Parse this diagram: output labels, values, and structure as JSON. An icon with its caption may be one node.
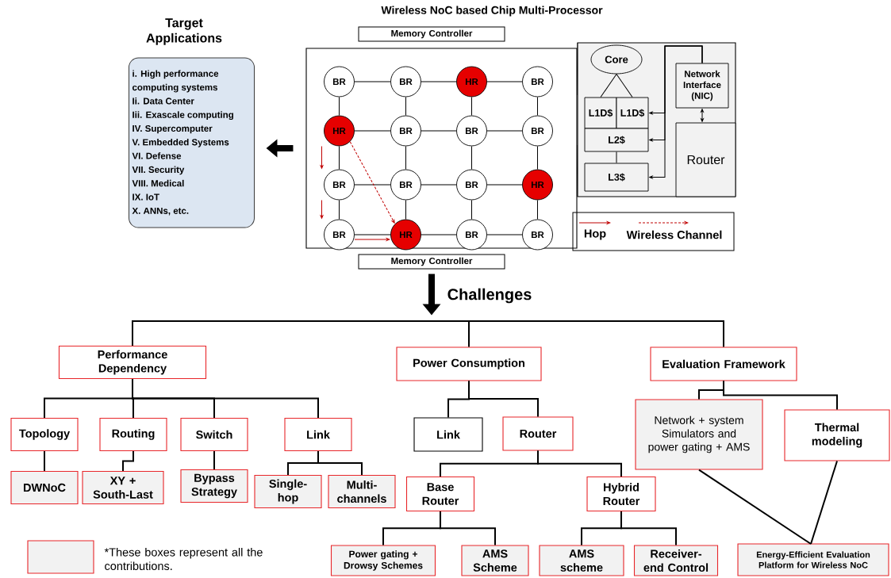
{
  "diagram": {
    "title": "Wireless NoC based Chip Multi-Processor",
    "nodes": [
      {
        "text": [
          "Target Applications",
          "i. High performance computing systems",
          "Ii. Data Center",
          "Iii. Exascale computing",
          "IV. Supercomputer",
          "V. Embedded Systems",
          "VI. Defense",
          "VII. Security",
          "VIII. Medical",
          "IX. IoT",
          "X. ANNs, etc."
        ]
      },
      {
        "text": [
          "Memory Controller"
        ]
      },
      {
        "text": [],
        "shape": "box"
      },
      {
        "text": [
          "BR"
        ],
        "in": 2
      },
      {
        "text": [
          "BR"
        ],
        "in": 2
      },
      {
        "text": [
          "HR"
        ],
        "in": 2
      },
      {
        "text": [
          "BR"
        ],
        "in": 2
      },
      {
        "text": [
          "HR"
        ],
        "in": 2
      },
      {
        "text": [
          "BR"
        ],
        "in": 2
      },
      {
        "text": [
          "BR"
        ],
        "in": 2
      },
      {
        "text": [
          "BR"
        ],
        "in": 2
      },
      {
        "text": [
          "BR"
        ],
        "in": 2
      },
      {
        "text": [
          "BR"
        ],
        "in": 2
      },
      {
        "text": [
          "BR"
        ],
        "in": 2
      },
      {
        "text": [
          "HR"
        ],
        "in": 2
      },
      {
        "text": [
          "BR"
        ],
        "in": 2
      },
      {
        "text": [
          "HR"
        ],
        "in": 2
      },
      {
        "text": [
          "BR"
        ],
        "in": 2
      },
      {
        "text": [
          "BR"
        ],
        "in": 2
      },
      {
        "text": [
          "Memory Controller"
        ]
      },
      {
        "text": [],
        "shape": "box"
      },
      {
        "text": [
          "Core"
        ],
        "in": 20
      },
      {
        "text": [
          "L1D$"
        ],
        "in": 20
      },
      {
        "text": [
          "L1D$"
        ],
        "in": 20
      },
      {
        "text": [
          "L2$"
        ],
        "in": 20
      },
      {
        "text": [
          "L3$"
        ],
        "in": 20
      },
      {
        "text": [
          "Network Interface (NIC)"
        ],
        "in": 20
      },
      {
        "text": [
          "Router"
        ],
        "in": 20
      },
      {
        "text": [
          "Performance Dependency"
        ]
      },
      {
        "text": [
          "Power Consumption"
        ]
      },
      {
        "text": [
          "Evaluation Framework"
        ]
      },
      {
        "text": [
          "Topology"
        ]
      },
      {
        "text": [
          "Routing"
        ]
      },
      {
        "text": [
          "Switch"
        ]
      },
      {
        "text": [
          "Link"
        ]
      },
      {
        "text": [
          "DWNoC"
        ]
      },
      {
        "text": [
          "XY + South-Last"
        ]
      },
      {
        "text": [
          "Bypass Strategy"
        ]
      },
      {
        "text": [
          "Single-hop"
        ]
      },
      {
        "text": [
          "Multi-channels"
        ]
      },
      {
        "text": [
          "Link"
        ]
      },
      {
        "text": [
          "Router"
        ]
      },
      {
        "text": [
          "Base Router"
        ]
      },
      {
        "text": [
          "Hybrid Router"
        ]
      },
      {
        "text": [
          "Power gating + Drowsy Schemes"
        ]
      },
      {
        "text": [
          "AMS Scheme"
        ]
      },
      {
        "text": [
          "AMS scheme"
        ]
      },
      {
        "text": [
          "Receiver-end Control"
        ]
      },
      {
        "text": [
          "Network + system Simulators and power gating + AMS"
        ]
      },
      {
        "text": [
          "Thermal modeling"
        ]
      },
      {
        "text": [
          "Energy-Efficient Evaluation Platform for Wireless NoC"
        ]
      }
    ],
    "edges": [
      {
        "from": 2,
        "to": 0,
        "arrow": "to",
        "style": "thick"
      },
      {
        "from": 3,
        "to": 4,
        "arrow": "none"
      },
      {
        "from": 4,
        "to": 5,
        "arrow": "none"
      },
      {
        "from": 5,
        "to": 6,
        "arrow": "none"
      },
      {
        "from": 7,
        "to": 8,
        "arrow": "none"
      },
      {
        "from": 8,
        "to": 9,
        "arrow": "none"
      },
      {
        "from": 9,
        "to": 10,
        "arrow": "none"
      },
      {
        "from": 11,
        "to": 12,
        "arrow": "none"
      },
      {
        "from": 12,
        "to": 13,
        "arrow": "none"
      },
      {
        "from": 13,
        "to": 14,
        "arrow": "none"
      },
      {
        "from": 15,
        "to": 16,
        "arrow": "none"
      },
      {
        "from": 16,
        "to": 17,
        "arrow": "none"
      },
      {
        "from": 17,
        "to": 18,
        "arrow": "none"
      },
      {
        "from": 3,
        "to": 7,
        "arrow": "none"
      },
      {
        "from": 4,
        "to": 8,
        "arrow": "none"
      },
      {
        "from": 5,
        "to": 9,
        "arrow": "none"
      },
      {
        "from": 6,
        "to": 10,
        "arrow": "none"
      },
      {
        "from": 7,
        "to": 11,
        "arrow": "none"
      },
      {
        "from": 8,
        "to": 12,
        "arrow": "none"
      },
      {
        "from": 9,
        "to": 13,
        "arrow": "none"
      },
      {
        "from": 10,
        "to": 14,
        "arrow": "none"
      },
      {
        "from": 11,
        "to": 15,
        "arrow": "none"
      },
      {
        "from": 12,
        "to": 16,
        "arrow": "none"
      },
      {
        "from": 13,
        "to": 17,
        "arrow": "none"
      },
      {
        "from": 14,
        "to": 18,
        "arrow": "none"
      },
      {
        "from": 7,
        "to": 11,
        "arrow": "to",
        "color": "#c00000"
      },
      {
        "from": 11,
        "to": 15,
        "arrow": "to",
        "color": "#c00000"
      },
      {
        "from": 15,
        "to": 16,
        "arrow": "to",
        "color": "#c00000"
      },
      {
        "from": 7,
        "to": 16,
        "arrow": "to",
        "style": "dashed",
        "color": "#c00000"
      },
      {
        "from": 21,
        "to": 22,
        "arrow": "none"
      },
      {
        "from": 21,
        "to": 23,
        "arrow": "none"
      },
      {
        "from": 24,
        "to": 25,
        "arrow": "none"
      },
      {
        "from": 26,
        "to": 23,
        "arrow": "to"
      },
      {
        "from": 26,
        "to": 24,
        "arrow": "to"
      },
      {
        "from": 26,
        "to": 25,
        "arrow": "to"
      },
      {
        "from": 26,
        "to": 27,
        "arrow": "both"
      },
      {
        "from": 19,
        "to": null,
        "arrow": "to",
        "style": "thick",
        "label": "Challenges"
      },
      {
        "from": null,
        "to": 28,
        "arrow": "none"
      },
      {
        "from": null,
        "to": 29,
        "arrow": "none"
      },
      {
        "from": null,
        "to": 30,
        "arrow": "none"
      },
      {
        "from": 28,
        "to": 31,
        "arrow": "none"
      },
      {
        "from": 28,
        "to": 32,
        "arrow": "none"
      },
      {
        "from": 28,
        "to": 33,
        "arrow": "none"
      },
      {
        "from": 28,
        "to": 34,
        "arrow": "none"
      },
      {
        "from": 31,
        "to": 35,
        "arrow": "none"
      },
      {
        "from": 32,
        "to": 36,
        "arrow": "none"
      },
      {
        "from": 33,
        "to": 37,
        "arrow": "none"
      },
      {
        "from": 34,
        "to": 38,
        "arrow": "none"
      },
      {
        "from": 34,
        "to": 39,
        "arrow": "none"
      },
      {
        "from": 29,
        "to": 40,
        "arrow": "none"
      },
      {
        "from": 29,
        "to": 41,
        "arrow": "none"
      },
      {
        "from": 41,
        "to": 42,
        "arrow": "none"
      },
      {
        "from": 41,
        "to": 43,
        "arrow": "none"
      },
      {
        "from": 42,
        "to": 44,
        "arrow": "none"
      },
      {
        "from": 42,
        "to": 45,
        "arrow": "none"
      },
      {
        "from": 43,
        "to": 46,
        "arrow": "none"
      },
      {
        "from": 43,
        "to": 47,
        "arrow": "none"
      },
      {
        "from": 30,
        "to": 48,
        "arrow": "none"
      },
      {
        "from": 30,
        "to": 49,
        "arrow": "none"
      },
      {
        "from": 48,
        "to": 50,
        "arrow": "none"
      },
      {
        "from": 49,
        "to": 50,
        "arrow": "none"
      }
    ],
    "legend": [
      {
        "text": "Hop"
      },
      {
        "text": "Wireless Channel"
      },
      {
        "text": "*These boxes represent all the contributions.",
        "color": "#f2f2f2"
      }
    ]
  }
}
